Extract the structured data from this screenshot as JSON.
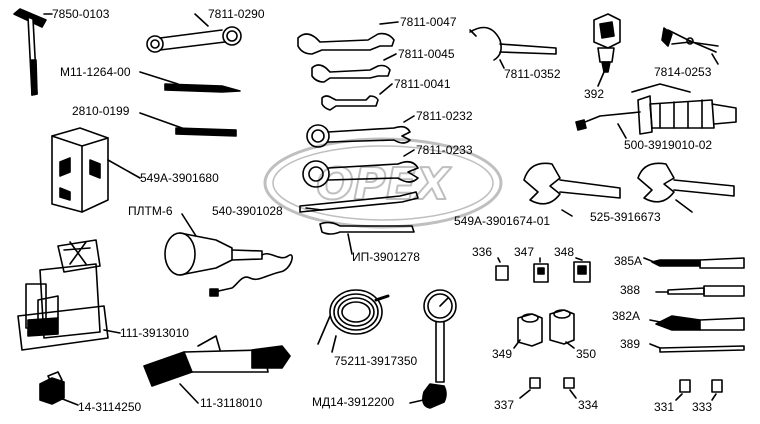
{
  "colors": {
    "ink": "#000000",
    "watermark": "#bfbfbf",
    "background": "#ffffff"
  },
  "watermark": {
    "text": "OPEX"
  },
  "labels": {
    "hammer": "7850-0103",
    "box_wrench": "7811-0290",
    "file": "М11-1264-00",
    "drift": "2810-0199",
    "hex_socket_key": "549А-3901680",
    "grease_gun_tip": "ПЛТМ-6",
    "jack": "111-3913010",
    "valve_plug": "14-3114250",
    "injector_tool": "11-3118010",
    "wrench_47": "7811-0047",
    "wrench_45": "7811-0045",
    "wrench_41": "7811-0041",
    "wrench_232": "7811-0232",
    "wrench_233": "7811-0233",
    "pry_bar": "540-3901028",
    "tire_lever": "ИП-3901278",
    "hook_spanner": "7811-0352",
    "socket_392": "392",
    "pliers": "7814-0253",
    "grease_gun": "500-3919010-02",
    "big_spanner_1": "549А-3901674-01",
    "big_spanner_2": "525-3916673",
    "hose": "75211-3917350",
    "pressure_gauge": "МД14-3912200",
    "socket_336": "336",
    "socket_347": "347",
    "socket_348": "348",
    "socket_349": "349",
    "socket_350": "350",
    "socket_337": "337",
    "socket_334": "334",
    "socket_331": "331",
    "socket_333": "333",
    "screwdriver_385a": "385А",
    "screwdriver_388": "388",
    "handle_382a": "382А",
    "bar_389": "389"
  }
}
